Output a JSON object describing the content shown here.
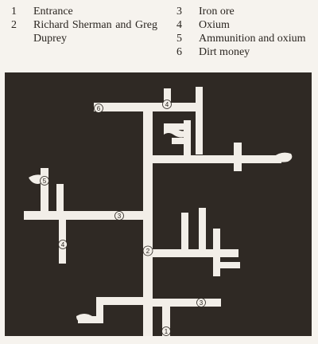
{
  "legend": {
    "items": [
      {
        "num": "1",
        "text": "Entrance"
      },
      {
        "num": "2",
        "text": "Richard Sherman and Greg Duprey"
      },
      {
        "num": "3",
        "text": "Iron ore"
      },
      {
        "num": "4",
        "text": "Oxium"
      },
      {
        "num": "5",
        "text": "Ammunition and oxium"
      },
      {
        "num": "6",
        "text": "Dirt money"
      }
    ]
  },
  "map": {
    "markers": [
      "1",
      "2",
      "3",
      "3",
      "4",
      "4",
      "5",
      "6"
    ],
    "colors": {
      "rock": "#2f2924",
      "tunnel": "#f2eee8",
      "background": "#f6f3ee"
    }
  }
}
